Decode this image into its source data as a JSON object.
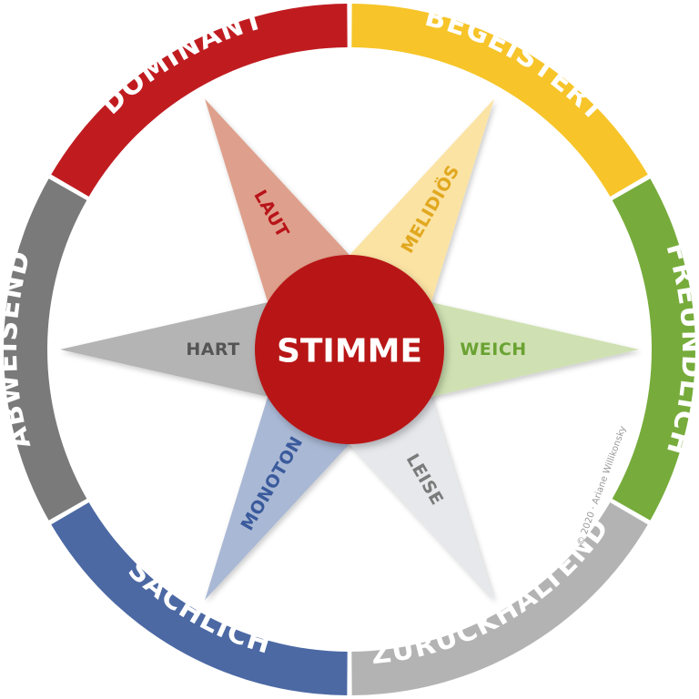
{
  "center": {
    "label": "STIMME",
    "color": "#b81419"
  },
  "ring": [
    {
      "label": "BEGEISTERT",
      "color": "#f7c52a"
    },
    {
      "label": "FREUNDLICH",
      "color": "#77ac3c"
    },
    {
      "label": "ZURÜCKHALTEND",
      "color": "#b3b3b3"
    },
    {
      "label": "SACHLICH",
      "color": "#4c69a4"
    },
    {
      "label": "ABWEISEND",
      "color": "#7a7a7a"
    },
    {
      "label": "DOMINANT",
      "color": "#c01c20"
    }
  ],
  "rays": [
    {
      "label": "MELIDIÖS",
      "fill": "#fbe3a4",
      "text_color": "#e1a81f"
    },
    {
      "label": "WEICH",
      "fill": "#cfe1b2",
      "text_color": "#6aa233"
    },
    {
      "label": "LEISE",
      "fill": "#e6e8ec",
      "text_color": "#7a7a7a"
    },
    {
      "label": "MONOTON",
      "fill": "#a9b8d4",
      "text_color": "#3a5a9c"
    },
    {
      "label": "HART",
      "fill": "#b4b4b4",
      "text_color": "#555555"
    },
    {
      "label": "LAUT",
      "fill": "#dea08c",
      "text_color": "#b81419"
    }
  ],
  "copyright": "© 2020 · Ariane Willikonsky"
}
